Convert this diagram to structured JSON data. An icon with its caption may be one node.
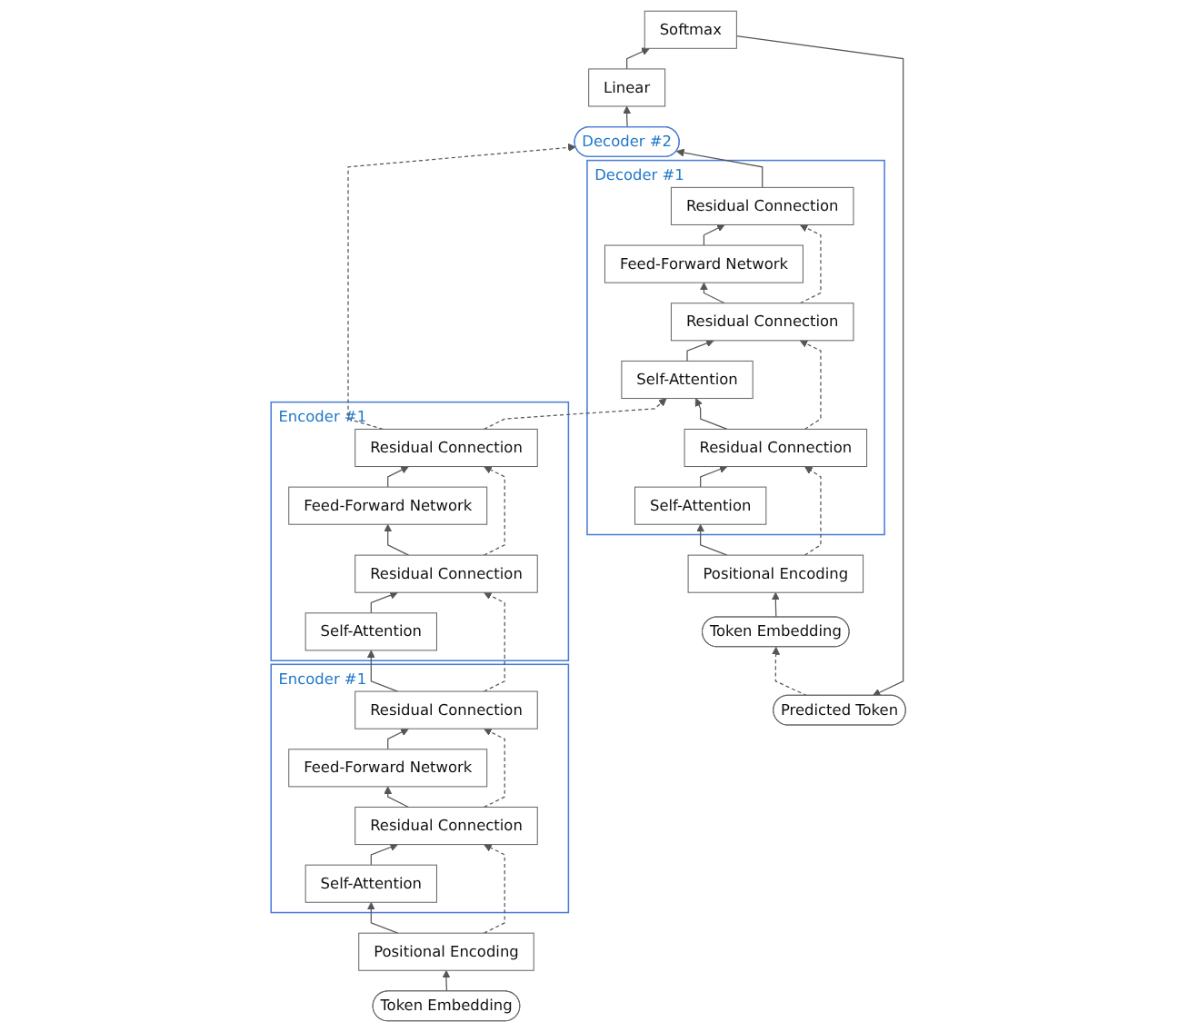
{
  "diagram": {
    "nodes": [
      {
        "text": [
          "Predicted Token"
        ]
      },
      {
        "text": [
          "Softmax"
        ]
      },
      {
        "text": [
          "Linear"
        ]
      },
      {
        "text": [
          "Decoder #2"
        ]
      },
      {
        "text": [
          "Encoder #1"
        ]
      },
      {
        "text": [
          "Residual Connection"
        ],
        "in": 4
      },
      {
        "text": [
          "Feed-Forward Network"
        ],
        "in": 4
      },
      {
        "text": [
          "Residual Connection"
        ],
        "in": 4
      },
      {
        "text": [
          "Self-Attention"
        ],
        "in": 4
      },
      {
        "text": [
          "Decoder #1"
        ]
      },
      {
        "text": [
          "Residual Connection"
        ],
        "in": 9
      },
      {
        "text": [
          "Feed-Forward Network"
        ],
        "in": 9
      },
      {
        "text": [
          "Residual Connection"
        ],
        "in": 9
      },
      {
        "text": [
          "Self-Attention"
        ],
        "in": 9
      },
      {
        "text": [
          "Residual Connection"
        ],
        "in": 9
      },
      {
        "text": [
          "Self-Attention"
        ],
        "in": 9
      },
      {
        "text": [
          "Encoder #1"
        ]
      },
      {
        "text": [
          "Residual Connection"
        ],
        "in": 16
      },
      {
        "text": [
          "Feed-Forward Network"
        ],
        "in": 16
      },
      {
        "text": [
          "Residual Connection"
        ],
        "in": 16
      },
      {
        "text": [
          "Self-Attention"
        ],
        "in": 16
      },
      {
        "text": [
          "Positional Encoding"
        ]
      },
      {
        "text": [
          "Token Embedding"
        ]
      },
      {
        "text": [
          "Positional Encoding"
        ]
      },
      {
        "text": [
          "Token Embedding"
        ]
      }
    ],
    "edges": [
      {
        "from": 22,
        "to": 21,
        "arrow": "to"
      },
      {
        "from": 21,
        "to": 20,
        "arrow": "to"
      },
      {
        "from": 20,
        "to": 19,
        "arrow": "to"
      },
      {
        "from": 19,
        "to": 18,
        "arrow": "to"
      },
      {
        "from": 18,
        "to": 17,
        "arrow": "to"
      },
      {
        "from": 17,
        "to": 8,
        "arrow": "to"
      },
      {
        "from": 8,
        "to": 7,
        "arrow": "to"
      },
      {
        "from": 7,
        "to": 6,
        "arrow": "to"
      },
      {
        "from": 6,
        "to": 5,
        "arrow": "to"
      },
      {
        "from": 21,
        "to": 19,
        "arrow": "to",
        "style": "dashed"
      },
      {
        "from": 19,
        "to": 17,
        "arrow": "to",
        "style": "dashed"
      },
      {
        "from": 17,
        "to": 7,
        "arrow": "to",
        "style": "dashed"
      },
      {
        "from": 7,
        "to": 5,
        "arrow": "to",
        "style": "dashed"
      },
      {
        "from": 5,
        "to": 3,
        "arrow": "to",
        "style": "dashed"
      },
      {
        "from": 5,
        "to": 13,
        "arrow": "to",
        "style": "dashed"
      },
      {
        "from": 24,
        "to": 23,
        "arrow": "to"
      },
      {
        "from": 23,
        "to": 15,
        "arrow": "to"
      },
      {
        "from": 15,
        "to": 14,
        "arrow": "to"
      },
      {
        "from": 14,
        "to": 13,
        "arrow": "to"
      },
      {
        "from": 13,
        "to": 12,
        "arrow": "to"
      },
      {
        "from": 12,
        "to": 11,
        "arrow": "to"
      },
      {
        "from": 11,
        "to": 10,
        "arrow": "to"
      },
      {
        "from": 23,
        "to": 14,
        "arrow": "to",
        "style": "dashed"
      },
      {
        "from": 14,
        "to": 12,
        "arrow": "to",
        "style": "dashed"
      },
      {
        "from": 12,
        "to": 10,
        "arrow": "to",
        "style": "dashed"
      },
      {
        "from": 10,
        "to": 3,
        "arrow": "to"
      },
      {
        "from": 3,
        "to": 2,
        "arrow": "to"
      },
      {
        "from": 2,
        "to": 1,
        "arrow": "to"
      },
      {
        "from": 1,
        "to": 0,
        "arrow": "to"
      },
      {
        "from": 0,
        "to": 24,
        "arrow": "to",
        "style": "dashed"
      }
    ]
  }
}
